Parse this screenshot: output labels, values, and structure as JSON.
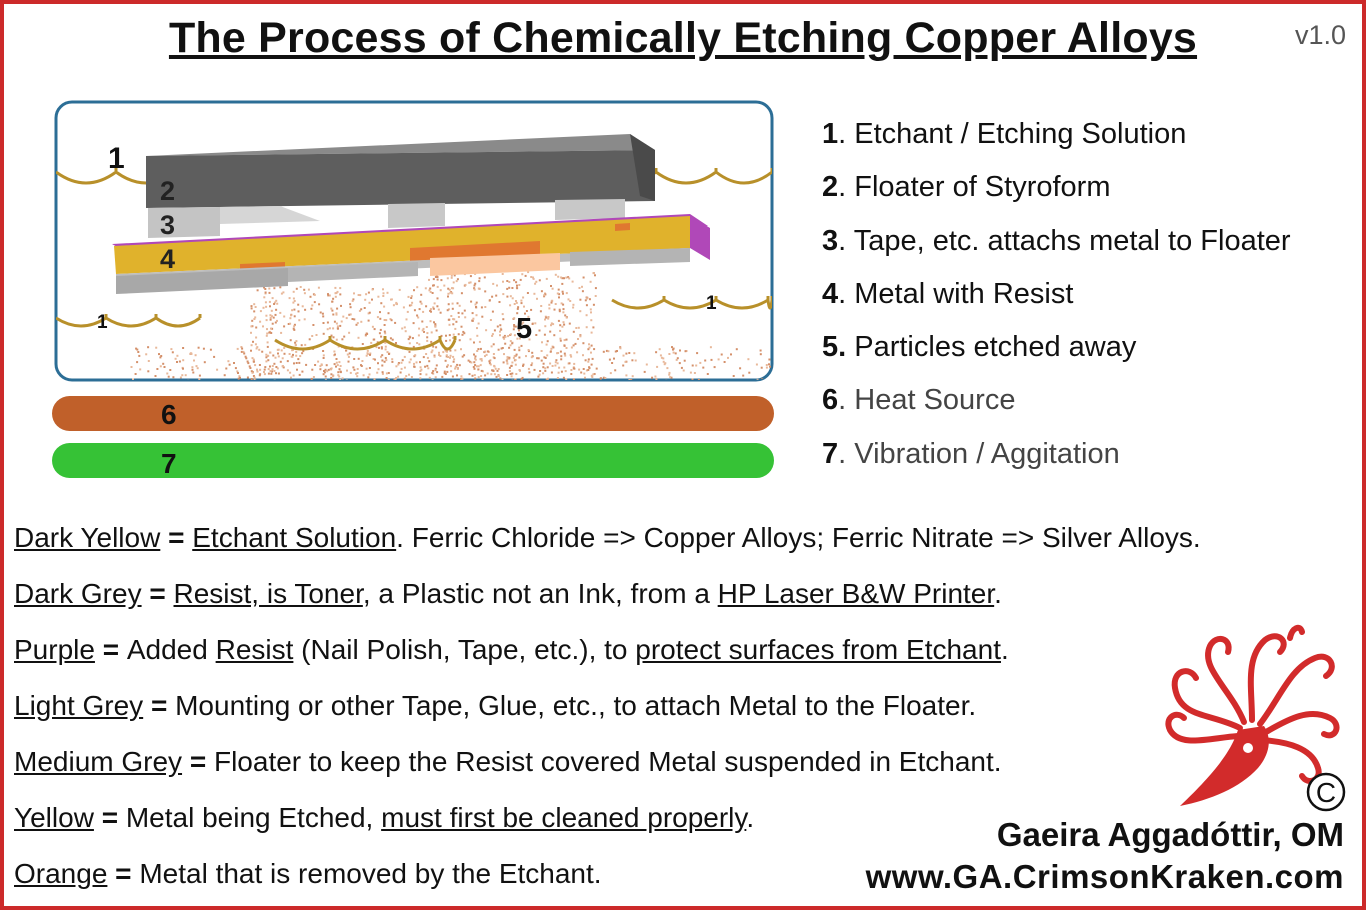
{
  "title": "The Process of Chemically Etching Copper Alloys",
  "version": "v1.0",
  "diagram": {
    "labels": {
      "l1_top": "1",
      "l2": "2",
      "l3": "3",
      "l4": "4",
      "l1_left": "1",
      "l1_right": "1",
      "l5": "5",
      "l6": "6",
      "l7": "7"
    },
    "colors": {
      "etchant": "#b8902a",
      "floater": "#5e5e5e",
      "tape": "#c4c4c4",
      "metal": "#e0b22c",
      "resist": "#b048b8",
      "removed": "#e07830",
      "particles": "#d4906a",
      "heat": "#c0602a",
      "vibration": "#36c236",
      "tank_border": "#2c6e96"
    }
  },
  "legend": [
    {
      "num": "1",
      "text": ". Etchant / Etching Solution"
    },
    {
      "num": "2",
      "text": ". Floater of Styroform"
    },
    {
      "num": "3",
      "text": ". Tape, etc. attachs metal to Floater"
    },
    {
      "num": "4",
      "text": ". Metal with Resist"
    },
    {
      "num": "5.",
      "text": " Particles etched away"
    },
    {
      "num": "6",
      "text": ". Heat Source"
    },
    {
      "num": "7",
      "text": ". Vibration / Aggitation"
    }
  ],
  "descriptions": {
    "r1": {
      "key": "Dark Yellow",
      "eq": " = ",
      "val": "Etchant Solution",
      "rest": ".  Ferric Chloride => Copper Alloys;   Ferric Nitrate => Silver Alloys."
    },
    "r2": {
      "key": "Dark Grey",
      "eq": " = ",
      "val": "Resist, is Toner",
      "mid": ", a Plastic not an Ink, from a ",
      "val2": "HP Laser B&W Printer",
      "end": "."
    },
    "r3": {
      "key": "Purple",
      "eq": " = ",
      "pre": "Added ",
      "val": "Resist",
      "mid": " (Nail Polish, Tape, etc.), to ",
      "val2": "protect surfaces from Etchant",
      "end": "."
    },
    "r4": {
      "key": "Light Grey",
      "eq": " = ",
      "rest": "Mounting or other Tape, Glue, etc., to attach Metal to the Floater."
    },
    "r5": {
      "key": "Medium Grey",
      "eq": " = ",
      "rest": "Floater to keep the Resist covered Metal suspended in Etchant."
    },
    "r6": {
      "key": "Yellow",
      "eq": " = ",
      "pre": "Metal being Etched, ",
      "val": "must first be cleaned properly",
      "end": "."
    },
    "r7": {
      "key": "Orange",
      "eq": " = ",
      "rest": "Metal that is removed by the Etchant."
    }
  },
  "author": {
    "name": "Gaeira Aggadóttir, OM",
    "url": "www.GA.CrimsonKraken.com"
  },
  "logo": {
    "copyright": "C",
    "color": "#d22b2b"
  }
}
